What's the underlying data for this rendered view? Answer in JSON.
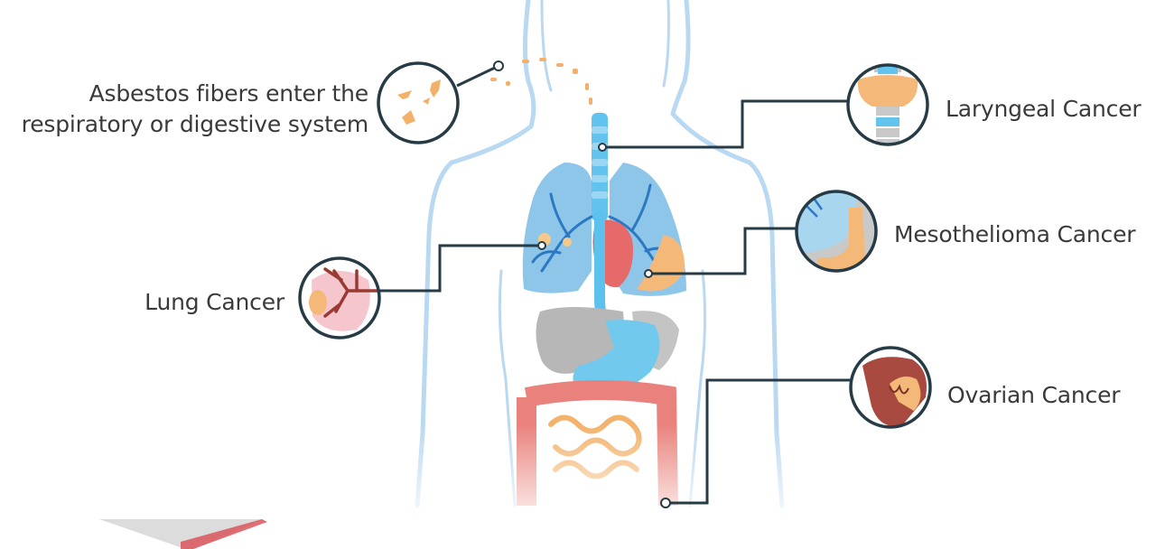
{
  "labels": {
    "asbestos_line1": "Asbestos fibers enter the",
    "asbestos_line2": "respiratory or digestive system",
    "lung": "Lung Cancer",
    "laryngeal": "Laryngeal Cancer",
    "mesothelioma": "Mesothelioma Cancer",
    "ovarian": "Ovarian Cancer"
  },
  "colors": {
    "body_outline": "#a9cdee",
    "lung_fill": "#8ec6ea",
    "bronchi": "#2d78c2",
    "esophagus": "#5cc1ec",
    "stomach": "#72c9ee",
    "liver": "#b7b7b7",
    "intestine_large": "#e9827c",
    "intestine_small": "#f2b36d",
    "heart": "#e76a6a",
    "callout_ring": "#263b45",
    "connector": "#263b45",
    "fiber_dots": "#f3b06a",
    "watermark": "#d8545b"
  },
  "icons": [
    "asbestos-fibers-icon",
    "larynx-icon",
    "lung-tumor-icon",
    "pleura-icon",
    "ovary-icon"
  ]
}
